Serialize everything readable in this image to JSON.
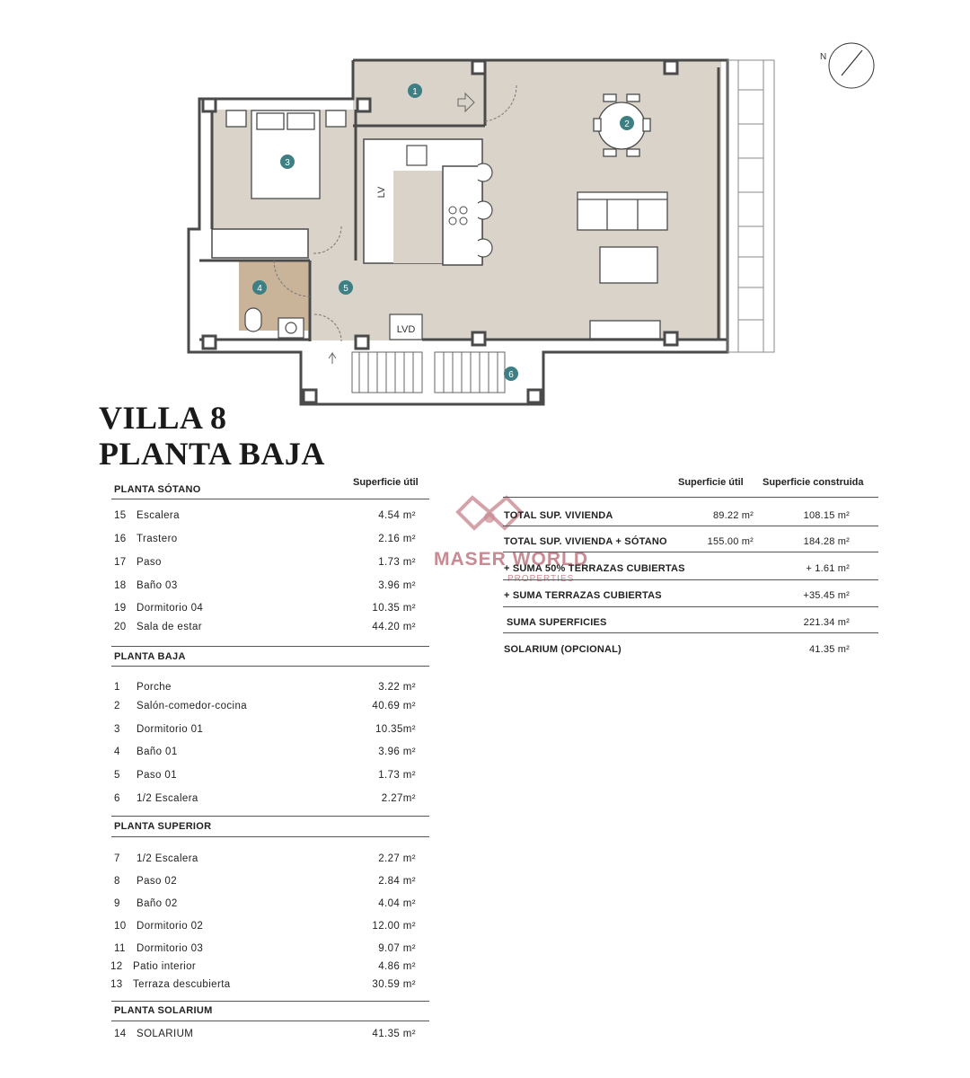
{
  "title": {
    "line1": "VILLA 8",
    "line2": "PLANTA BAJA"
  },
  "plan": {
    "room_numbers": [
      "1",
      "2",
      "3",
      "4",
      "5",
      "6"
    ],
    "labels": {
      "lv": "LV",
      "lvd": "LVD"
    },
    "compass": "N",
    "colors": {
      "floor": "#d9d3ca",
      "bath": "#c9b49a",
      "wall": "#4a4a4a",
      "marker": "#3e7f83"
    }
  },
  "left_table": {
    "col_header": "Superficie útil",
    "sections": [
      {
        "title": "PLANTA SÓTANO",
        "rows": [
          {
            "n": "15",
            "name": "Escalera",
            "value": "4.54 m²"
          },
          {
            "n": "16",
            "name": "Trastero",
            "value": "2.16 m²"
          },
          {
            "n": "17",
            "name": "Paso",
            "value": "1.73 m²"
          },
          {
            "n": "18",
            "name": "Baño 03",
            "value": "3.96 m²"
          },
          {
            "n": "19",
            "name": "Dormitorio 04",
            "value": "10.35 m²"
          },
          {
            "n": "20",
            "name": "Sala de estar",
            "value": "44.20 m²"
          }
        ]
      },
      {
        "title": "PLANTA BAJA",
        "rows": [
          {
            "n": "1",
            "name": "Porche",
            "value": "3.22 m²"
          },
          {
            "n": "2",
            "name": "Salón-comedor-cocina",
            "value": "40.69 m²"
          },
          {
            "n": "3",
            "name": "Dormitorio 01",
            "value": "10.35m²"
          },
          {
            "n": "4",
            "name": "Baño 01",
            "value": "3.96 m²"
          },
          {
            "n": "5",
            "name": "Paso 01",
            "value": "1.73 m²"
          },
          {
            "n": "6",
            "name": "1/2 Escalera",
            "value": "2.27m²"
          }
        ]
      },
      {
        "title": "PLANTA SUPERIOR",
        "rows": [
          {
            "n": "7",
            "name": "1/2 Escalera",
            "value": "2.27 m²"
          },
          {
            "n": "8",
            "name": "Paso 02",
            "value": "2.84 m²"
          },
          {
            "n": "9",
            "name": "Baño 02",
            "value": "4.04 m²"
          },
          {
            "n": "10",
            "name": "Dormitorio 02",
            "value": "12.00 m²"
          },
          {
            "n": "11",
            "name": "Dormitorio 03",
            "value": "9.07 m²"
          },
          {
            "n": "12",
            "name": "Patio interior",
            "value": "4.86 m²"
          },
          {
            "n": "13",
            "name": "Terraza descubierta",
            "value": "30.59 m²"
          }
        ]
      },
      {
        "title": "PLANTA SOLARIUM",
        "rows": [
          {
            "n": "14",
            "name": "SOLARIUM",
            "value": "41.35 m²"
          }
        ]
      }
    ]
  },
  "right_table": {
    "col_headers": [
      "Superficie útil",
      "Superficie construida"
    ],
    "rows": [
      {
        "label": "TOTAL SUP. VIVIENDA",
        "util": "89.22 m²",
        "construida": "108.15 m²"
      },
      {
        "label": "TOTAL SUP. VIVIENDA + SÓTANO",
        "util": "155.00  m²",
        "construida": "184.28 m²"
      },
      {
        "label": "+ SUMA 50% TERRAZAS CUBIERTAS",
        "util": "",
        "construida": "+ 1.61 m²"
      },
      {
        "label": "+ SUMA TERRAZAS CUBIERTAS",
        "util": "",
        "construida": "+35.45 m²"
      },
      {
        "label": "SUMA SUPERFICIES",
        "util": "",
        "construida": "221.34 m²"
      },
      {
        "label": "SOLARIUM (OPCIONAL)",
        "util": "",
        "construida": "41.35 m²"
      }
    ]
  },
  "watermark": {
    "line1": "MASER WORLD",
    "line2": "PROPERTIES"
  }
}
